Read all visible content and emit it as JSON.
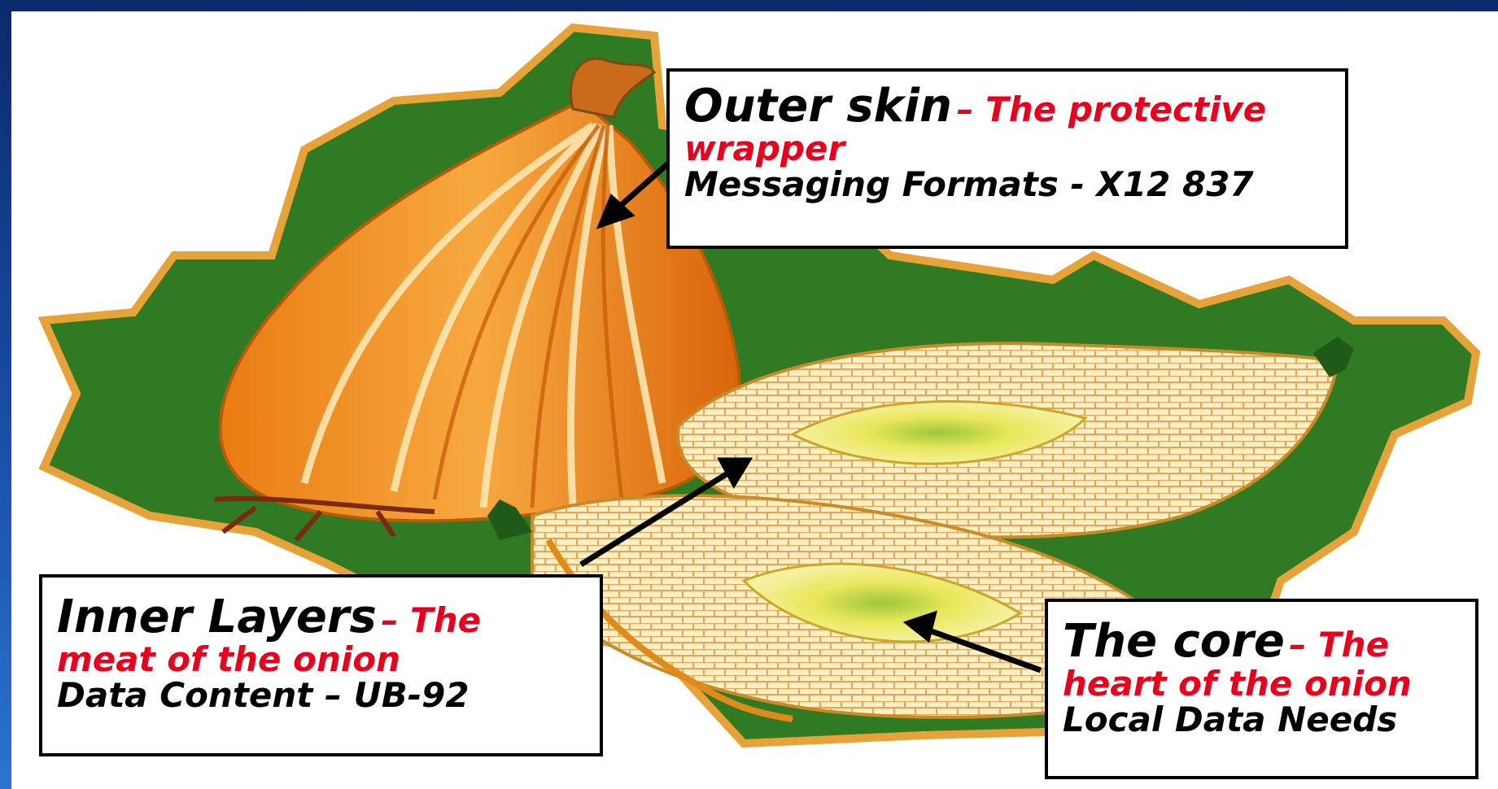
{
  "callouts": {
    "outer": {
      "title": "Outer skin",
      "tagline": "– The protective wrapper",
      "detail": "Messaging Formats - X12 837"
    },
    "inner": {
      "title": "Inner Layers",
      "tagline": "– The meat of the onion",
      "detail": "Data Content – UB-92"
    },
    "core": {
      "title": "The core",
      "tagline": "– The heart of the onion",
      "detail": "Local Data Needs"
    }
  },
  "colors": {
    "background_top": "#0a2a6b",
    "background_bottom": "#2a74d0",
    "leaf_green": "#2f7a22",
    "onion_orange": "#e07b16",
    "onion_yellow": "#f2e96a",
    "highlight_red": "#e8001c"
  },
  "icons": [
    "onion-illustration",
    "arrow"
  ]
}
